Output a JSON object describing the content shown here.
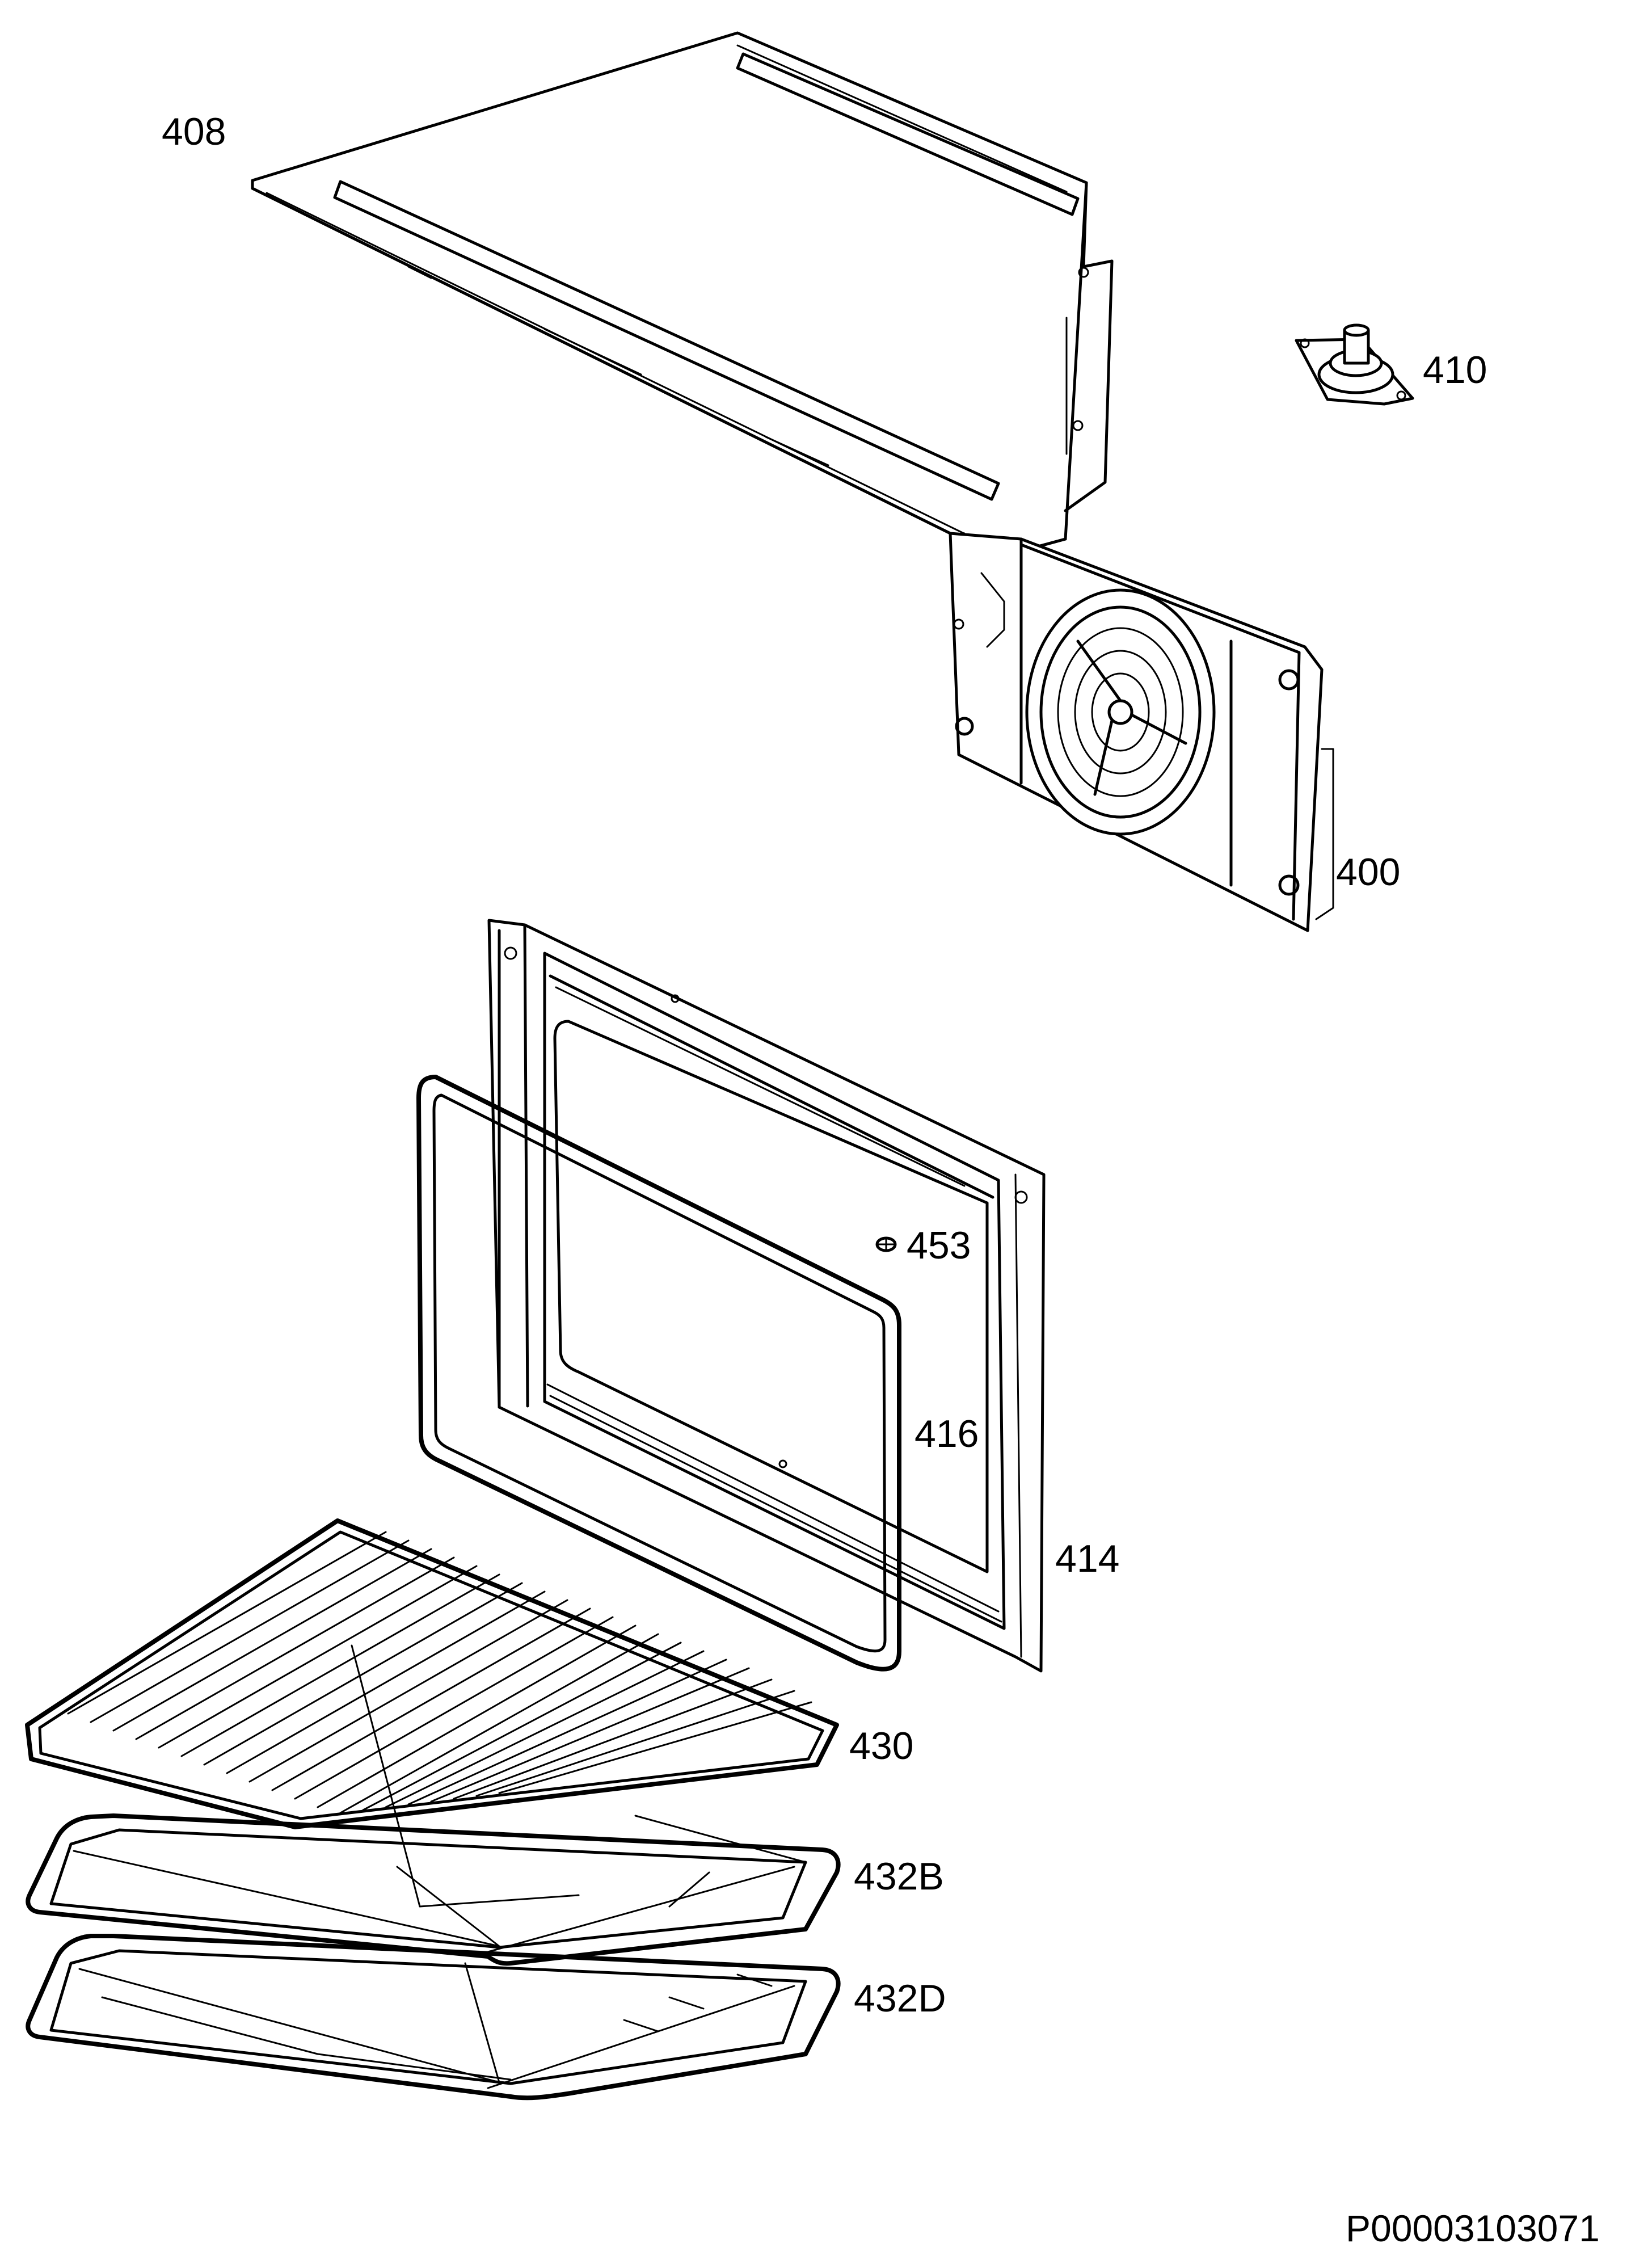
{
  "diagram": {
    "document_id": "P00003103071",
    "parts": [
      {
        "id": "408"
      },
      {
        "id": "410"
      },
      {
        "id": "400"
      },
      {
        "id": "453"
      },
      {
        "id": "416"
      },
      {
        "id": "414"
      },
      {
        "id": "430"
      },
      {
        "id": "432B"
      },
      {
        "id": "432D"
      }
    ]
  }
}
